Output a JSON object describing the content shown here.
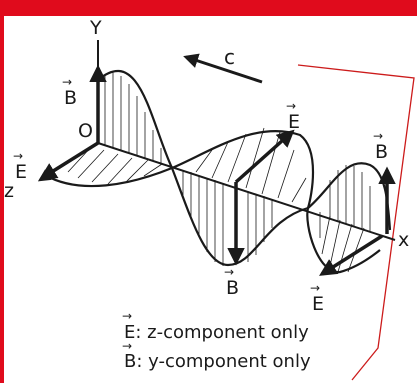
{
  "labels": {
    "y_axis": "Y",
    "x_axis": "x",
    "z_axis": "z",
    "origin": "O",
    "speed": "c",
    "b_top": "B",
    "e_left": "E",
    "e_mid": "E",
    "b_mid": "B",
    "b_right": "B",
    "e_right": "E"
  },
  "legend": {
    "line1": "E: z-component only",
    "line2": "B: y-component only"
  },
  "colors": {
    "border": "#e00b1c",
    "ink": "#1a1a1a",
    "plane_outline": "#cc1b1b"
  }
}
